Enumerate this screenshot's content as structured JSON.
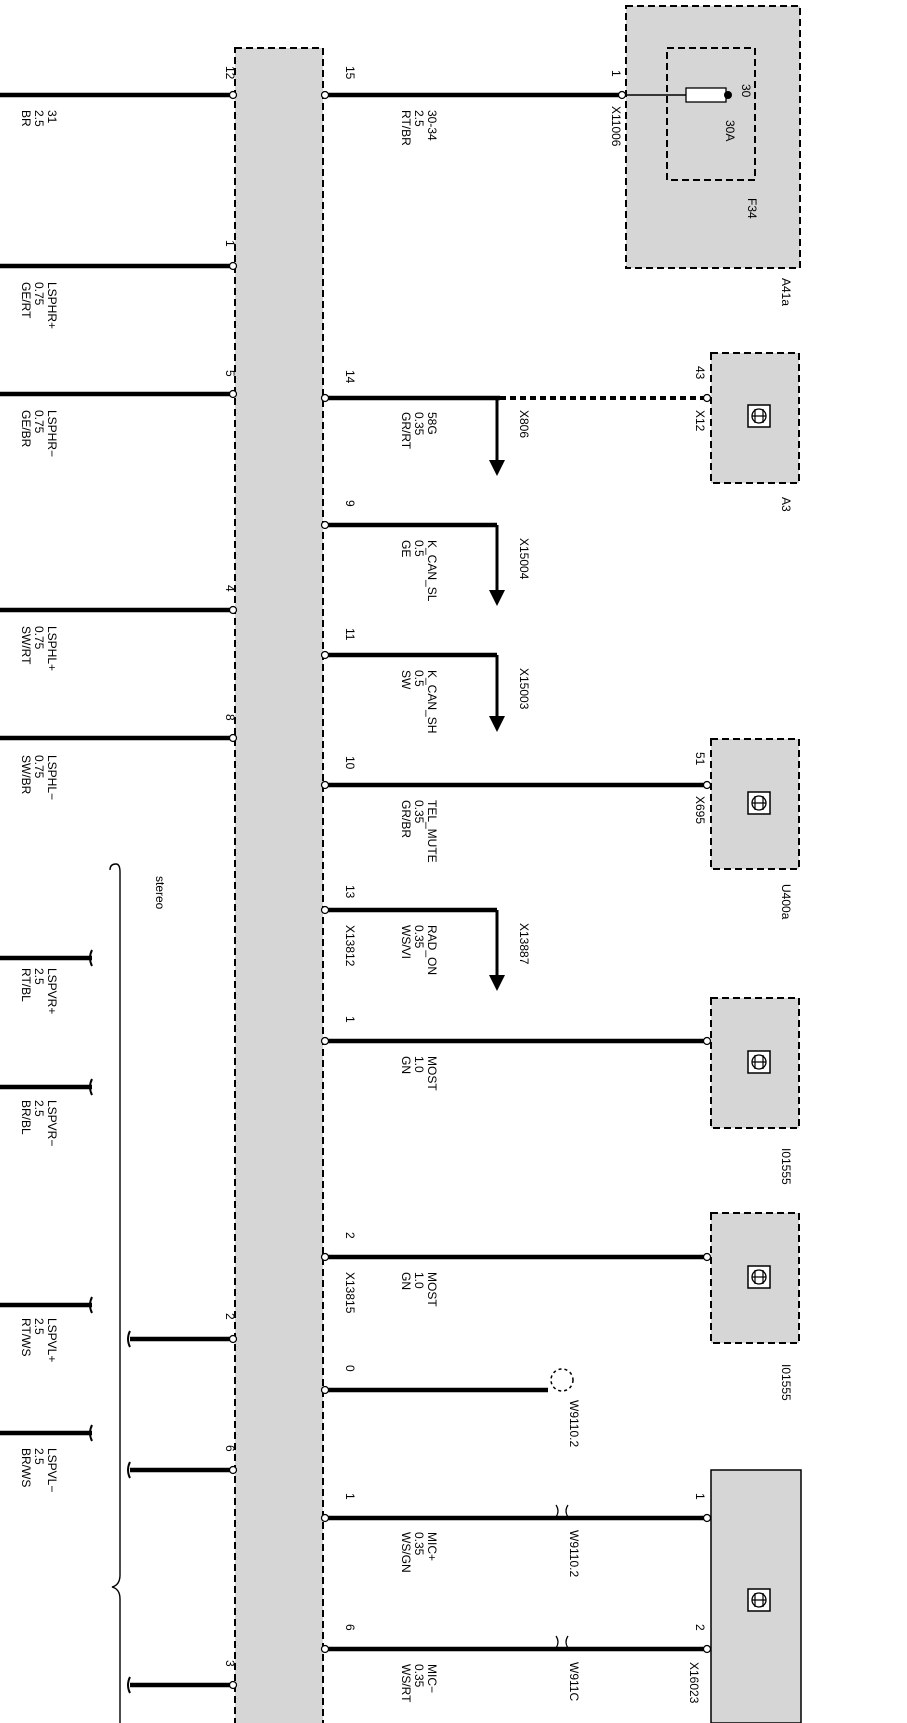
{
  "components": {
    "fuse_box": {
      "name": "A41a",
      "fuse": "F34",
      "fuse_rating": "30A",
      "terminal": "30"
    },
    "a3": {
      "name": "A3"
    },
    "u400a": {
      "name": "U400a"
    },
    "i01555_a": {
      "name": "I01555"
    },
    "i01555_b": {
      "name": "I01555"
    },
    "mic": {
      "connector": "X16023"
    },
    "stereo_label": "stereo"
  },
  "right_wires": [
    {
      "pin": "15",
      "label": [
        "30-34",
        "2.5",
        "RT/BR"
      ],
      "far_pin": "1",
      "connector": "X11006"
    },
    {
      "pin": "14",
      "label": [
        "58G",
        "0.35",
        "GR/RT"
      ],
      "splice": "X806",
      "far_pin": "43",
      "connector": "X12"
    },
    {
      "pin": "9",
      "label": [
        "K_CAN_SL",
        "0.5",
        "GE"
      ],
      "splice": "X15004"
    },
    {
      "pin": "11",
      "label": [
        "K_CAN_SH",
        "0.5",
        "SW"
      ],
      "splice": "X15003"
    },
    {
      "pin": "10",
      "label": [
        "TEL_MUTE",
        "0.35",
        "GR/BR"
      ],
      "far_pin": "51",
      "connector": "X695"
    },
    {
      "pin": "13",
      "label": [
        "RAD_ON",
        "0.35",
        "WS/VI"
      ],
      "splice": "X13887",
      "near_connector": "X13812"
    },
    {
      "pin": "1",
      "label": [
        "MOST",
        "1.0",
        "GN"
      ]
    },
    {
      "pin": "2",
      "label": [
        "MOST",
        "1.0",
        "GN"
      ],
      "near_connector": "X13815"
    },
    {
      "pin": "0",
      "shield": "W9110.2"
    },
    {
      "pin": "1",
      "label": [
        "MIC+",
        "0.35",
        "WS/GN"
      ],
      "shield": "W9110.2",
      "far_pin": "1"
    },
    {
      "pin": "6",
      "label": [
        "MIC−",
        "0.35",
        "WS/RT"
      ],
      "shield": "W911C",
      "far_pin": "2"
    }
  ],
  "left_wires": [
    {
      "pin": "12",
      "label": [
        "31",
        "2.5",
        "BR"
      ]
    },
    {
      "pin": "1",
      "label": [
        "LSPHR+",
        "0.75",
        "GE/RT"
      ]
    },
    {
      "pin": "5",
      "label": [
        "LSPHR−",
        "0.75",
        "GE/BR"
      ]
    },
    {
      "pin": "4",
      "label": [
        "LSPHL+",
        "0.75",
        "SW/RT"
      ]
    },
    {
      "pin": "8",
      "label": [
        "LSPHL−",
        "0.75",
        "SW/BR"
      ]
    },
    {
      "label": [
        "LSPVR+",
        "2.5",
        "RT/BL"
      ]
    },
    {
      "label": [
        "LSPVR−",
        "2.5",
        "BR/BL"
      ]
    },
    {
      "pin": "2",
      "label": [
        "LSPVL+",
        "2.5",
        "RT/WS"
      ]
    },
    {
      "pin": "6",
      "label": [
        "LSPVL−",
        "2.5",
        "BR/WS"
      ]
    },
    {
      "pin": "3"
    }
  ]
}
